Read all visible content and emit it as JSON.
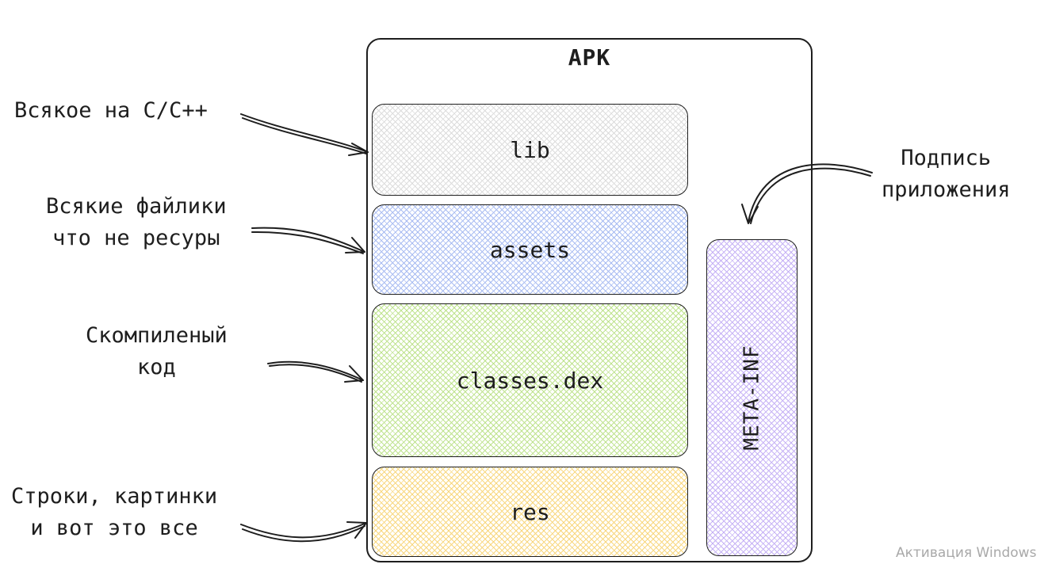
{
  "diagram": {
    "title": "APK",
    "sections": {
      "lib": {
        "label": "lib",
        "fill": "#dcdcdc"
      },
      "assets": {
        "label": "assets",
        "fill": "#a9bcf2"
      },
      "classes": {
        "label": "classes.dex",
        "fill": "#bfe38f"
      },
      "res": {
        "label": "res",
        "fill": "#f8d77e"
      },
      "meta": {
        "label": "META-INF",
        "fill": "#c6b2f5"
      }
    },
    "notes": {
      "lib": "Всякое на C/C++",
      "assets": "Всякие файлики\nчто не ресуры",
      "classes": "Скомпиленый\nкод",
      "res": "Строки, картинки\nи вот это все",
      "meta": "Подпись\nприложения"
    }
  },
  "os": {
    "watermark": "Активация Windows"
  }
}
